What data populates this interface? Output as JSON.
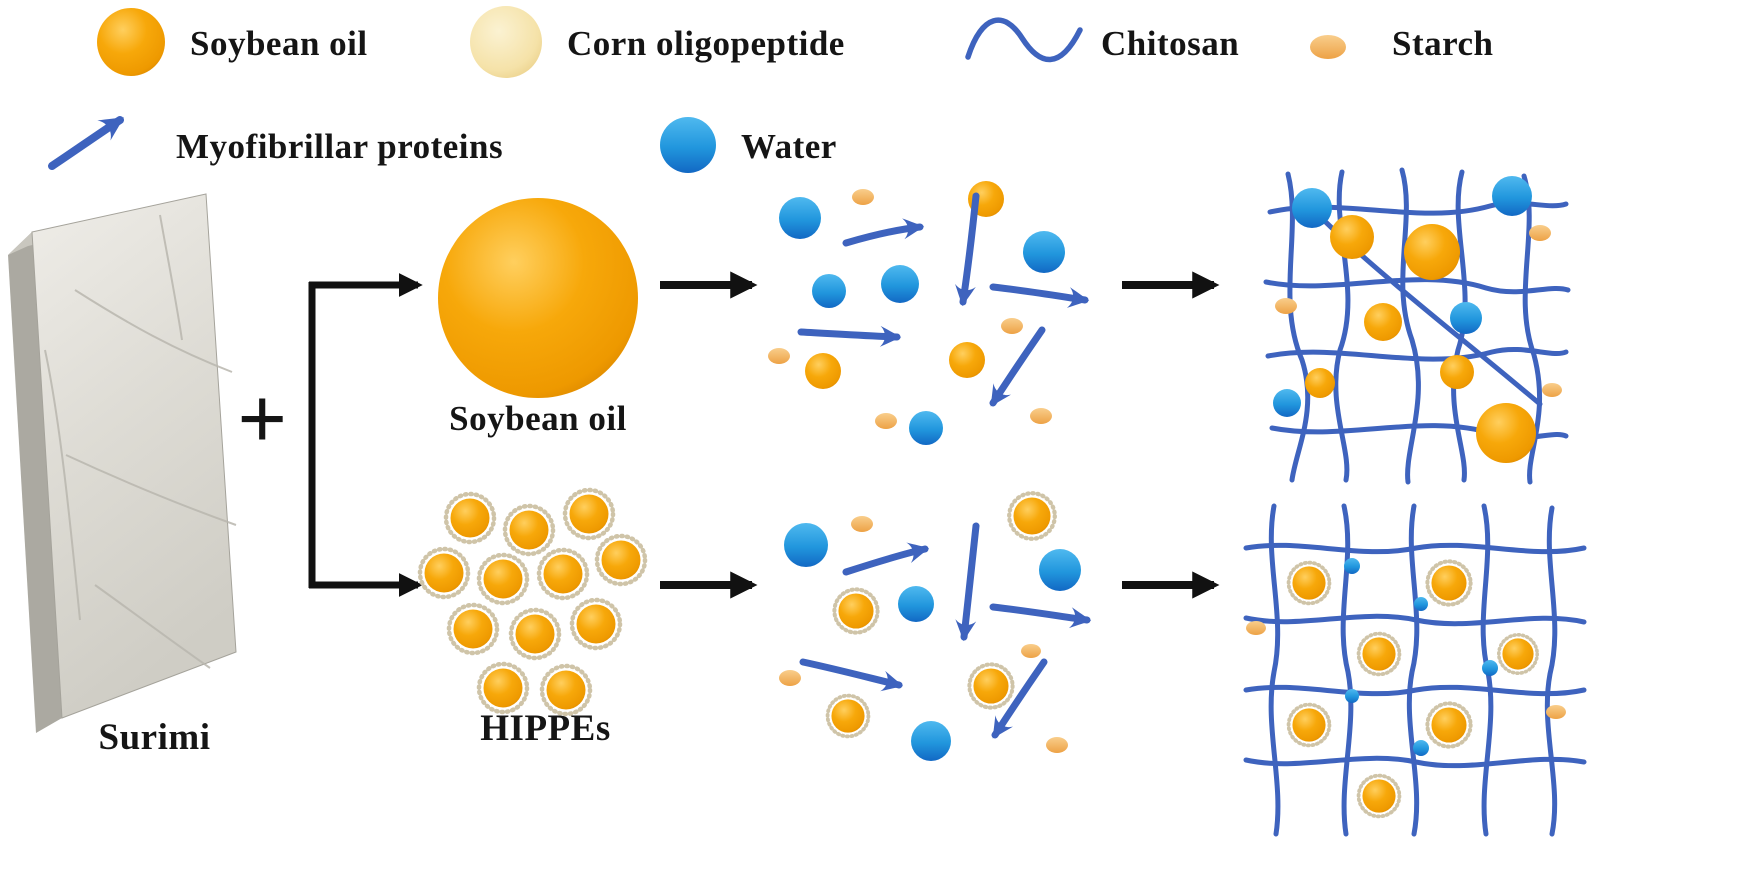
{
  "figure": {
    "description": "Schematic of surimi gel preparation with soybean oil or HIPPEs",
    "background_color": "#ffffff"
  },
  "colors": {
    "soybean_oil_light": "#FFCF5E",
    "soybean_oil": "#F7A80A",
    "soybean_oil_dark": "#D88400",
    "corn_oligopeptide": "#F5E2A8",
    "chitosan_blue": "#3E63BE",
    "water_light": "#4FB9EF",
    "water_dark": "#1268C4",
    "starch_orange": "#EDA246",
    "black_arrow": "#111111",
    "surimi_grey": "#DEDCD5",
    "hippe_shell": "#CFC4A8"
  },
  "legend": {
    "row1": [
      {
        "icon": "soybean-oil-circle-icon",
        "label": "Soybean oil"
      },
      {
        "icon": "corn-oligopeptide-circle-icon",
        "label": "Corn oligopeptide"
      },
      {
        "icon": "chitosan-wave-icon",
        "label": "Chitosan"
      },
      {
        "icon": "starch-ellipse-icon",
        "label": "Starch"
      }
    ],
    "row2": [
      {
        "icon": "myofibrillar-protein-arrow-icon",
        "label": "Myofibrillar proteins"
      },
      {
        "icon": "water-circle-icon",
        "label": "Water"
      }
    ]
  },
  "diagram": {
    "surimi_label": "Surimi",
    "plus_sign": "+",
    "top_branch_label": "Soybean oil",
    "bottom_branch_label": "HIPPEs"
  }
}
